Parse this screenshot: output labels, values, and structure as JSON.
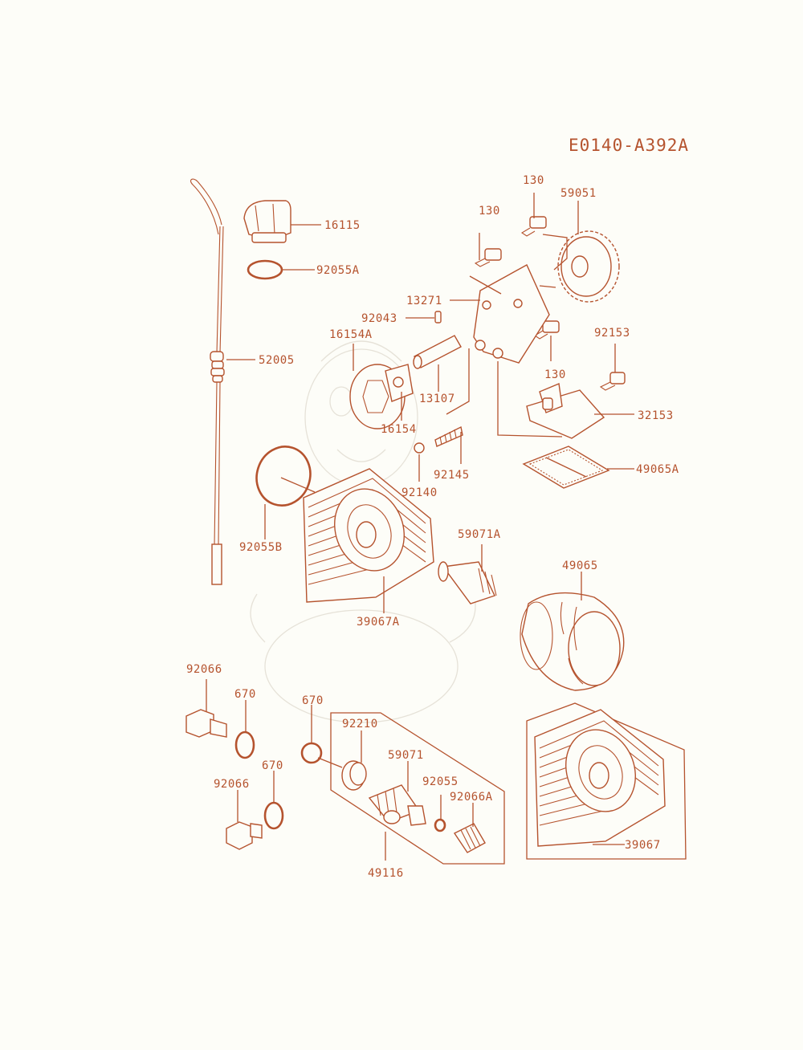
{
  "diagram_code": "E0140-A392A",
  "colors": {
    "ink": "#b5532e",
    "paper": "#fdfdf8"
  },
  "labels": {
    "p16115": "16115",
    "p92055A": "92055A",
    "p52005": "52005",
    "p92055B": "92055B",
    "p130_a": "130",
    "p130_b": "130",
    "p130_c": "130",
    "p59051": "59051",
    "p13271": "13271",
    "p92043": "92043",
    "p16154A": "16154A",
    "p92153": "92153",
    "p13107": "13107",
    "p32153": "32153",
    "p16154": "16154",
    "p92145": "92145",
    "p49065A": "49065A",
    "p92140": "92140",
    "p59071A": "59071A",
    "p49065": "49065",
    "p39067A": "39067A",
    "p92066_a": "92066",
    "p670_a": "670",
    "p670_b": "670",
    "p670_c": "670",
    "p92066_b": "92066",
    "p92210": "92210",
    "p59071": "59071",
    "p92055": "92055",
    "p92066A": "92066A",
    "p49116": "49116",
    "p39067": "39067"
  }
}
